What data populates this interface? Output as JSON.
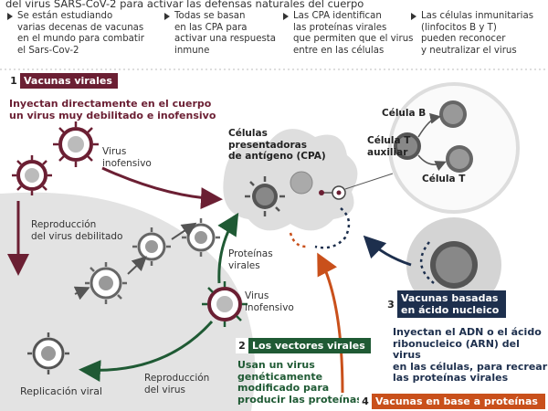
{
  "header": {
    "title": "del virus SARS-CoV-2 para activar las defensas naturales del cuerpo",
    "bullets": [
      "Se están estudiando\nvarias decenas de vacunas\nen el mundo para combatir\nel Sars-Cov-2",
      "Todas se basan\nen las CPA para\nactivar una respuesta\ninmune",
      "Las CPA identifican\nlas proteínas virales\nque permiten que el virus\nentre en las células",
      "Las células inmunitarias\n(linfocitos B y T)\npueden reconocer\ny neutralizar el virus"
    ]
  },
  "sections": {
    "s1": {
      "number": "1",
      "title": "Vacunas virales",
      "description": "Inyectan directamente en el cuerpo\nun virus muy debilitado e inofensivo"
    },
    "s2": {
      "number": "2",
      "title": "Los vectores virales",
      "description": "Usan un virus\ngenéticamente\nmodificado para\nproducir las proteínas"
    },
    "s3": {
      "number": "3",
      "title": "Vacunas basadas\nen ácido nucleico",
      "description": "Inyectan el ADN o el ácido\nribonucleico (ARN) del virus\nen las células,  para recrear\nlas proteínas virales"
    },
    "s4": {
      "number": "4",
      "title": "Vacunas en base a proteínas"
    }
  },
  "labels": {
    "virus_inofensivo_1": "Virus\ninofensivo",
    "reproduccion_debilitado": "Reproducción\ndel virus debilitado",
    "replicacion_viral": "Replicación viral",
    "virus_inofensivo_2": "Virus\ninofensivo",
    "reproduccion_virus": "Reproducción\ndel virus",
    "cpa": "Células\npresentadoras\nde antígeno (CPA)",
    "proteinas_virales": "Proteínas\nvirales",
    "celula_b": "Célula B",
    "celula_t_auxiliar": "Célula T\nauxiliar",
    "celula_t": "Célula T"
  },
  "colors": {
    "maroon": "#6b1f33",
    "green": "#1f5a34",
    "navy": "#1d2f4d",
    "orange": "#c9501b",
    "gray_cell": "#dcdcdc"
  }
}
